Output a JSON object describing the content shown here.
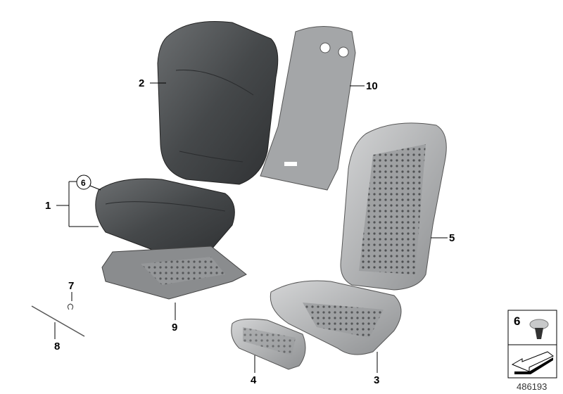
{
  "diagram": {
    "callouts": {
      "c1": "1",
      "c2": "2",
      "c3": "3",
      "c4": "4",
      "c5": "5",
      "c6": "6",
      "c7": "7",
      "c8": "8",
      "c9": "9",
      "c10": "10"
    },
    "legend_box": {
      "part_number": "6"
    },
    "reference_number": "486193",
    "colors": {
      "upholstery": "#4a4d4f",
      "foam": "#a9abad",
      "line": "#000000"
    }
  }
}
